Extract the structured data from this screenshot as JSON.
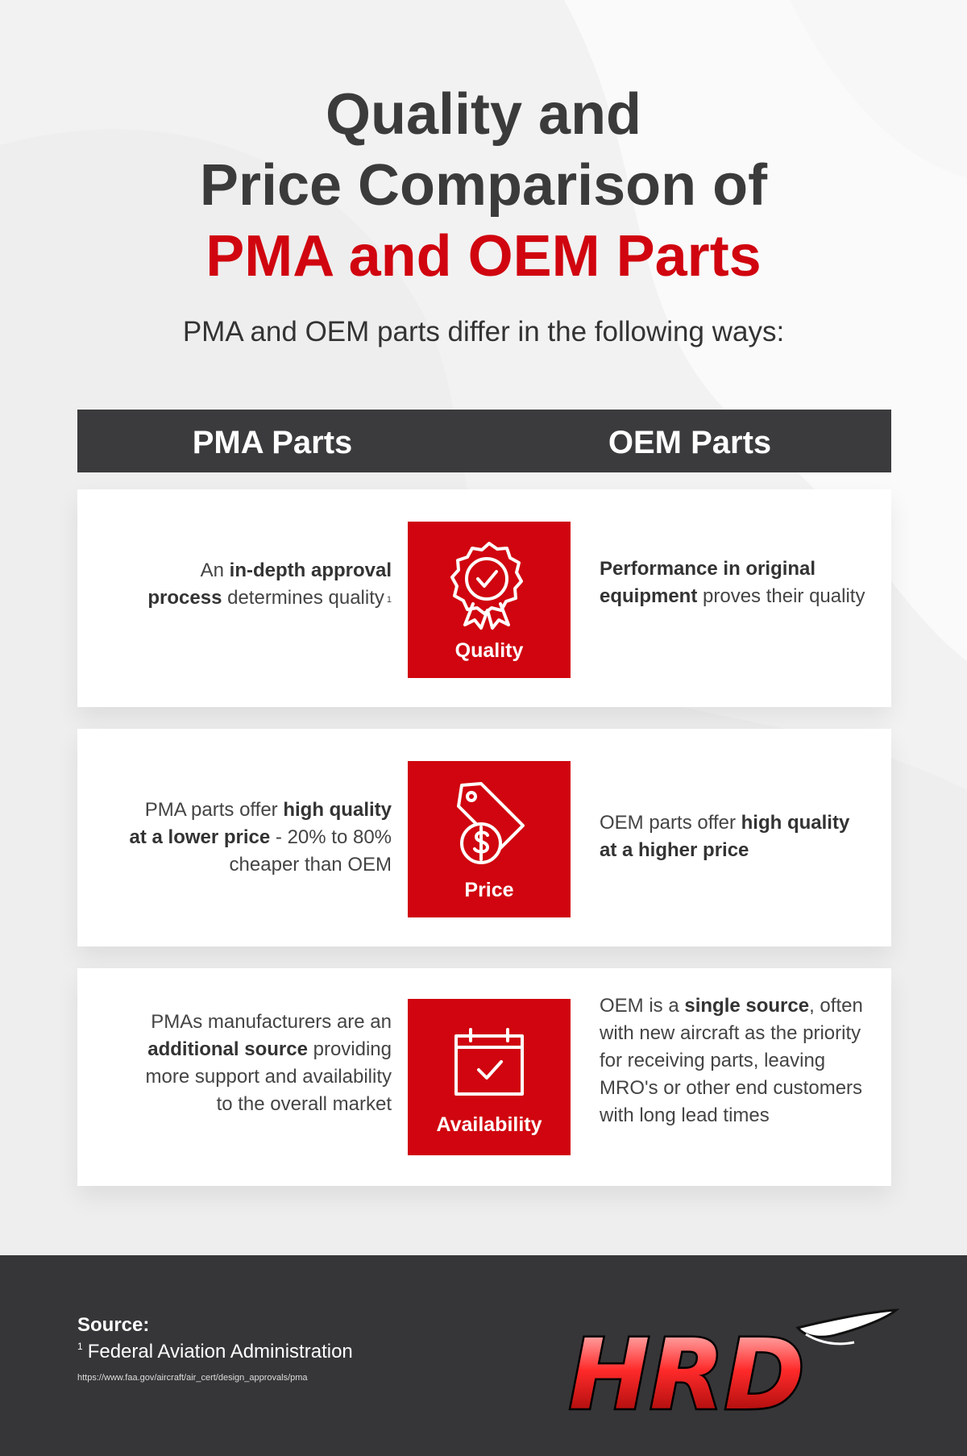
{
  "title": {
    "line1": "Quality and",
    "line2": "Price Comparison of",
    "line3": "PMA and OEM Parts"
  },
  "subtitle": "PMA and OEM parts differ in the following ways:",
  "header": {
    "left": "PMA Parts",
    "right": "OEM Parts"
  },
  "rows": [
    {
      "icon": "award-ribbon-check-icon",
      "label": "Quality",
      "pma": {
        "p1": "An ",
        "b1": "in-depth approval process",
        "p2": " determines quality",
        "sup": "1"
      },
      "oem": {
        "b1": "Performance in original equipment",
        "p1": " proves their quality"
      }
    },
    {
      "icon": "price-tag-dollar-icon",
      "label": "Price",
      "pma": {
        "p1": "PMA parts offer ",
        "b1": "high quality at a lower price",
        "p2": " -  20% to 80% cheaper than OEM"
      },
      "oem": {
        "p1": "OEM parts offer ",
        "b1": "high quality at a higher price"
      }
    },
    {
      "icon": "calendar-check-icon",
      "label": "Availability",
      "pma": {
        "p1": "PMAs manufacturers are an ",
        "b1": "additional source",
        "p2": " providing more support and availability to the overall market"
      },
      "oem": {
        "p1": "OEM is a ",
        "b1": "single source",
        "p2": ", often with new aircraft as the priority for receiving parts, leaving MRO's or other end customers with long lead times"
      }
    }
  ],
  "footer": {
    "source_label": "Source:",
    "source_sup": "1",
    "source_name": "Federal Aviation Administration",
    "source_url": "https://www.faa.gov/aircraft/air_cert/design_approvals/pma",
    "logo_text": "HRD"
  },
  "colors": {
    "accent": "#d0050f",
    "dark": "#3b3b3d",
    "text": "#3a3a3a",
    "background": "#f2f2f2"
  }
}
